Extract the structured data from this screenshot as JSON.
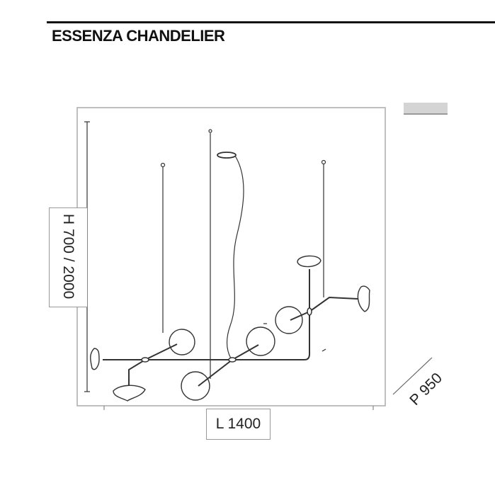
{
  "title": "ESSENZA CHANDELIER",
  "dimensions": {
    "height": "H 700 / 2000",
    "length": "L 1400",
    "depth": "P 950"
  }
}
